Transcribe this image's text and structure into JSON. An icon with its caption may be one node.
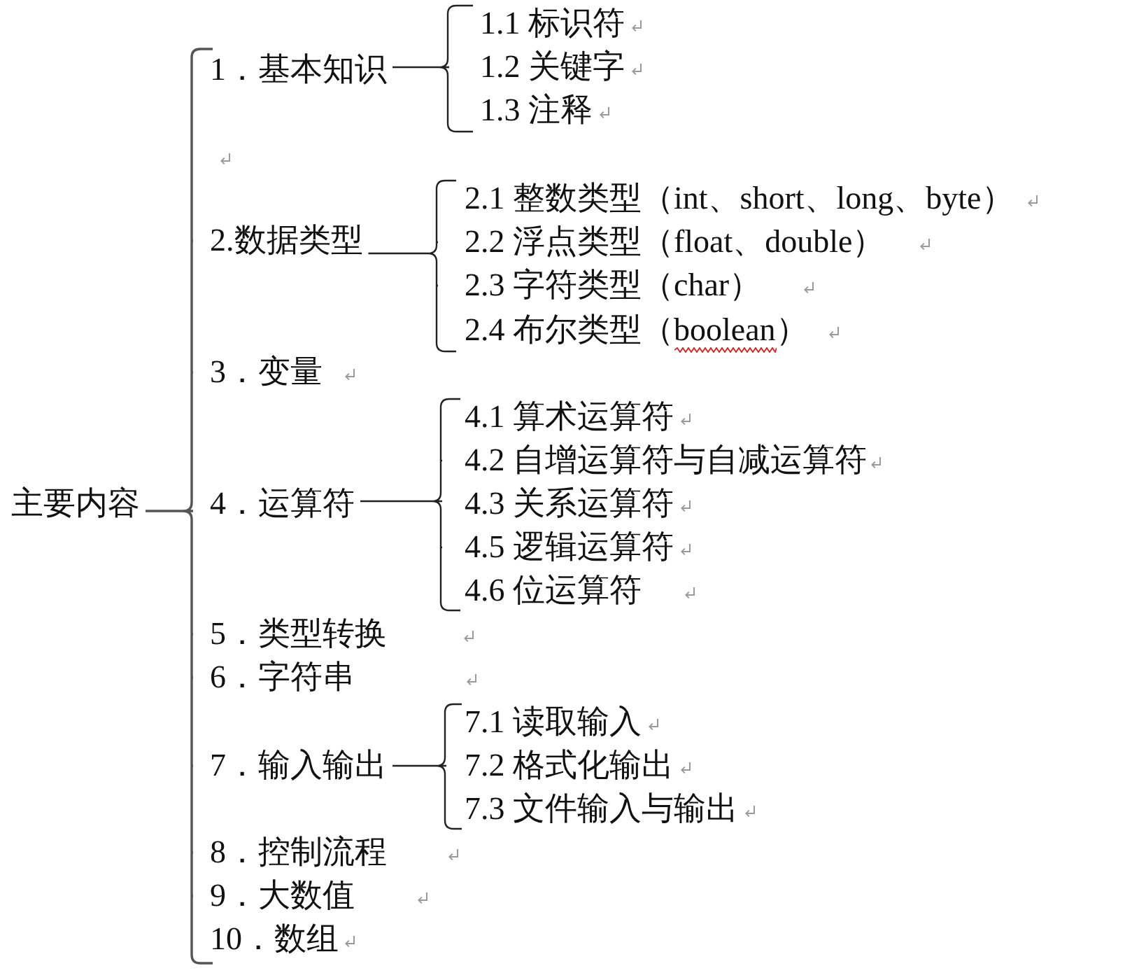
{
  "diagram": {
    "nodes": [
      {
        "text": [
          "主要内容"
        ]
      },
      {
        "text": [
          "1．基本知识"
        ]
      },
      {
        "text": [
          "1.1 标识符"
        ]
      },
      {
        "text": [
          "1.2 关键字"
        ]
      },
      {
        "text": [
          "1.3 注释"
        ]
      },
      {
        "text": [
          "2.数据类型"
        ]
      },
      {
        "text": [
          "2.1 整数类型（int、short、long、byte）"
        ]
      },
      {
        "text": [
          "2.2 浮点类型（float、double）"
        ]
      },
      {
        "text": [
          "2.3 字符类型（char）"
        ]
      },
      {
        "text": [
          "2.4 布尔类型（boolean）"
        ]
      },
      {
        "text": [
          "3．变量"
        ]
      },
      {
        "text": [
          "4．运算符"
        ]
      },
      {
        "text": [
          "4.1 算术运算符"
        ]
      },
      {
        "text": [
          "4.2 自增运算符与自减运算符"
        ]
      },
      {
        "text": [
          "4.3 关系运算符"
        ]
      },
      {
        "text": [
          "4.5 逻辑运算符"
        ]
      },
      {
        "text": [
          "4.6 位运算符"
        ]
      },
      {
        "text": [
          "5．类型转换"
        ]
      },
      {
        "text": [
          "6．字符串"
        ]
      },
      {
        "text": [
          "7．输入输出"
        ]
      },
      {
        "text": [
          "7.1 读取输入"
        ]
      },
      {
        "text": [
          "7.2 格式化输出"
        ]
      },
      {
        "text": [
          "7.3 文件输入与输出"
        ]
      },
      {
        "text": [
          "8．控制流程"
        ]
      },
      {
        "text": [
          "9．大数值"
        ]
      },
      {
        "text": [
          "10．数组"
        ]
      }
    ],
    "edges": [
      {
        "from": 0,
        "to": 1,
        "arrow": "none"
      },
      {
        "from": 0,
        "to": 5,
        "arrow": "none"
      },
      {
        "from": 0,
        "to": 10,
        "arrow": "none"
      },
      {
        "from": 0,
        "to": 11,
        "arrow": "none"
      },
      {
        "from": 0,
        "to": 17,
        "arrow": "none"
      },
      {
        "from": 0,
        "to": 18,
        "arrow": "none"
      },
      {
        "from": 0,
        "to": 19,
        "arrow": "none"
      },
      {
        "from": 0,
        "to": 23,
        "arrow": "none"
      },
      {
        "from": 0,
        "to": 24,
        "arrow": "none"
      },
      {
        "from": 0,
        "to": 25,
        "arrow": "none"
      },
      {
        "from": 1,
        "to": 2,
        "arrow": "none"
      },
      {
        "from": 1,
        "to": 3,
        "arrow": "none"
      },
      {
        "from": 1,
        "to": 4,
        "arrow": "none"
      },
      {
        "from": 5,
        "to": 6,
        "arrow": "none"
      },
      {
        "from": 5,
        "to": 7,
        "arrow": "none"
      },
      {
        "from": 5,
        "to": 8,
        "arrow": "none"
      },
      {
        "from": 5,
        "to": 9,
        "arrow": "none"
      },
      {
        "from": 11,
        "to": 12,
        "arrow": "none"
      },
      {
        "from": 11,
        "to": 13,
        "arrow": "none"
      },
      {
        "from": 11,
        "to": 14,
        "arrow": "none"
      },
      {
        "from": 11,
        "to": 15,
        "arrow": "none"
      },
      {
        "from": 11,
        "to": 16,
        "arrow": "none"
      },
      {
        "from": 19,
        "to": 20,
        "arrow": "none"
      },
      {
        "from": 19,
        "to": 21,
        "arrow": "none"
      },
      {
        "from": 19,
        "to": 22,
        "arrow": "none"
      }
    ]
  }
}
